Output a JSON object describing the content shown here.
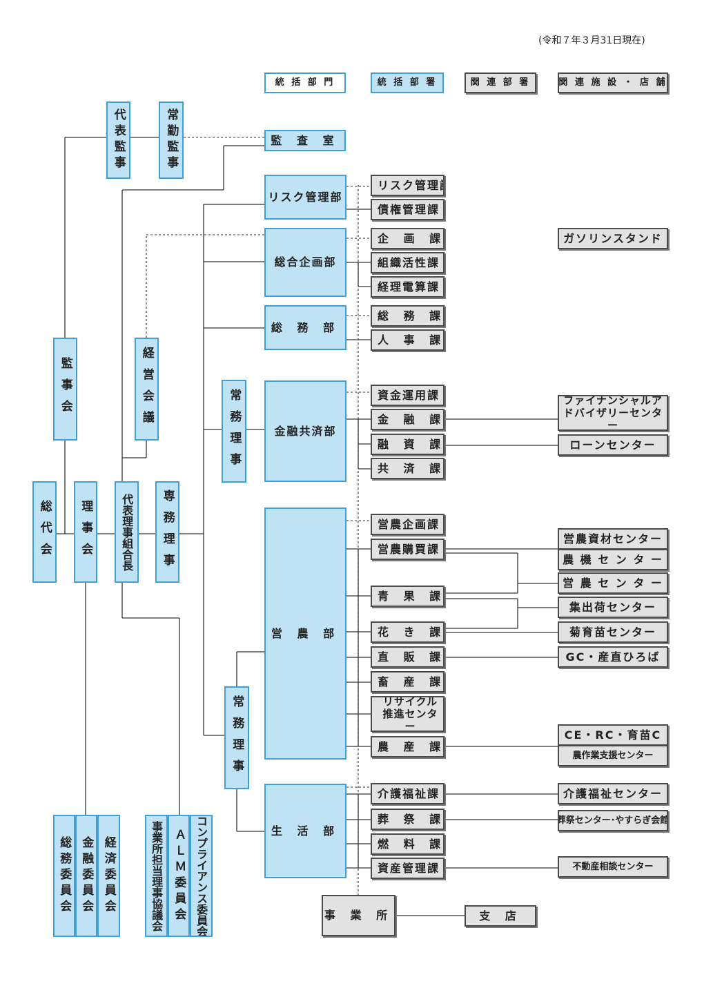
{
  "date_note": "(令和７年３月31日現在)",
  "legend": {
    "unit_division": "統 括 部 門",
    "unit_dept": "統 括 部 署",
    "related_dept": "関 連 部 署",
    "related_facility": "関 連 施 設 ・ 店 舗"
  },
  "governance": {
    "representative_auditor": "代表監事",
    "fulltime_auditor": "常勤監事",
    "audit_office": "監 査 室",
    "auditors_board": "監事会",
    "management_council": "経営会議",
    "general_assembly": "総代会",
    "board_of_directors": "理事会",
    "president": "代表理事組合長",
    "senior_managing_director": "専務理事",
    "managing_director_1": "常務理事",
    "managing_director_2": "常務理事"
  },
  "committees": {
    "general_affairs": "総務委員会",
    "finance": "金融委員会",
    "economic": "経済委員会",
    "office_directors_council": "事業所担当理事協議会",
    "alm": "ＡＬＭ委員会",
    "compliance": "コンプライアンス委員会"
  },
  "divisions": {
    "risk": "リスク管理部",
    "planning": "総合企画部",
    "general_affairs": "総 務 部",
    "finance": "金融共済部",
    "farming": "営 農 部",
    "living": "生 活 部",
    "offices": "事 業 所"
  },
  "sections": {
    "risk_mgmt": "リスク管理課",
    "credit_mgmt": "債権管理課",
    "planning": "企 画 課",
    "org_activation": "組織活性課",
    "accounting": "経理電算課",
    "general_affairs": "総 務 課",
    "personnel": "人 事 課",
    "fund_mgmt": "資金運用課",
    "finance": "金 融 課",
    "loans": "融 資 課",
    "mutual_aid": "共 済 課",
    "farm_planning": "営農企画課",
    "farm_purchasing": "営農購買課",
    "fruits_vegetables": "青 果 課",
    "flowers": "花 き 課",
    "direct_sales": "直 販 課",
    "livestock": "畜 産 課",
    "recycling": "リサイクル推進センター",
    "agriculture": "農 産 課",
    "care_welfare": "介護福祉課",
    "funeral": "葬 祭 課",
    "fuel": "燃 料 課",
    "asset_mgmt": "資産管理課"
  },
  "facilities": {
    "gas_station": "ガソリンスタンド",
    "financial_advisory": "ファイナンシャルアドバイザリーセンター",
    "loan_center": "ローンセンター",
    "farm_materials": "営農資材センター",
    "machinery": "農 機 セ ン タ ー",
    "farm_center": "営 農 セ ン タ ー",
    "shipping": "集出荷センター",
    "seedling": "菊育苗センター",
    "gc": "GC・産直ひろば",
    "ce_rc": "CE・RC・育苗C",
    "farm_work": "農作業支援センター",
    "care_center": "介護福祉センター",
    "funeral_hall": "葬祭センター･やすらぎ会館",
    "real_estate": "不動産相談センター",
    "branch": "支 店"
  },
  "colors": {
    "blue_fill": "#bfe2f5",
    "blue_border": "#3ea0d6",
    "gray_fill": "#e2e2e2",
    "gray_border": "#4a4a4a",
    "line": "#333333"
  }
}
